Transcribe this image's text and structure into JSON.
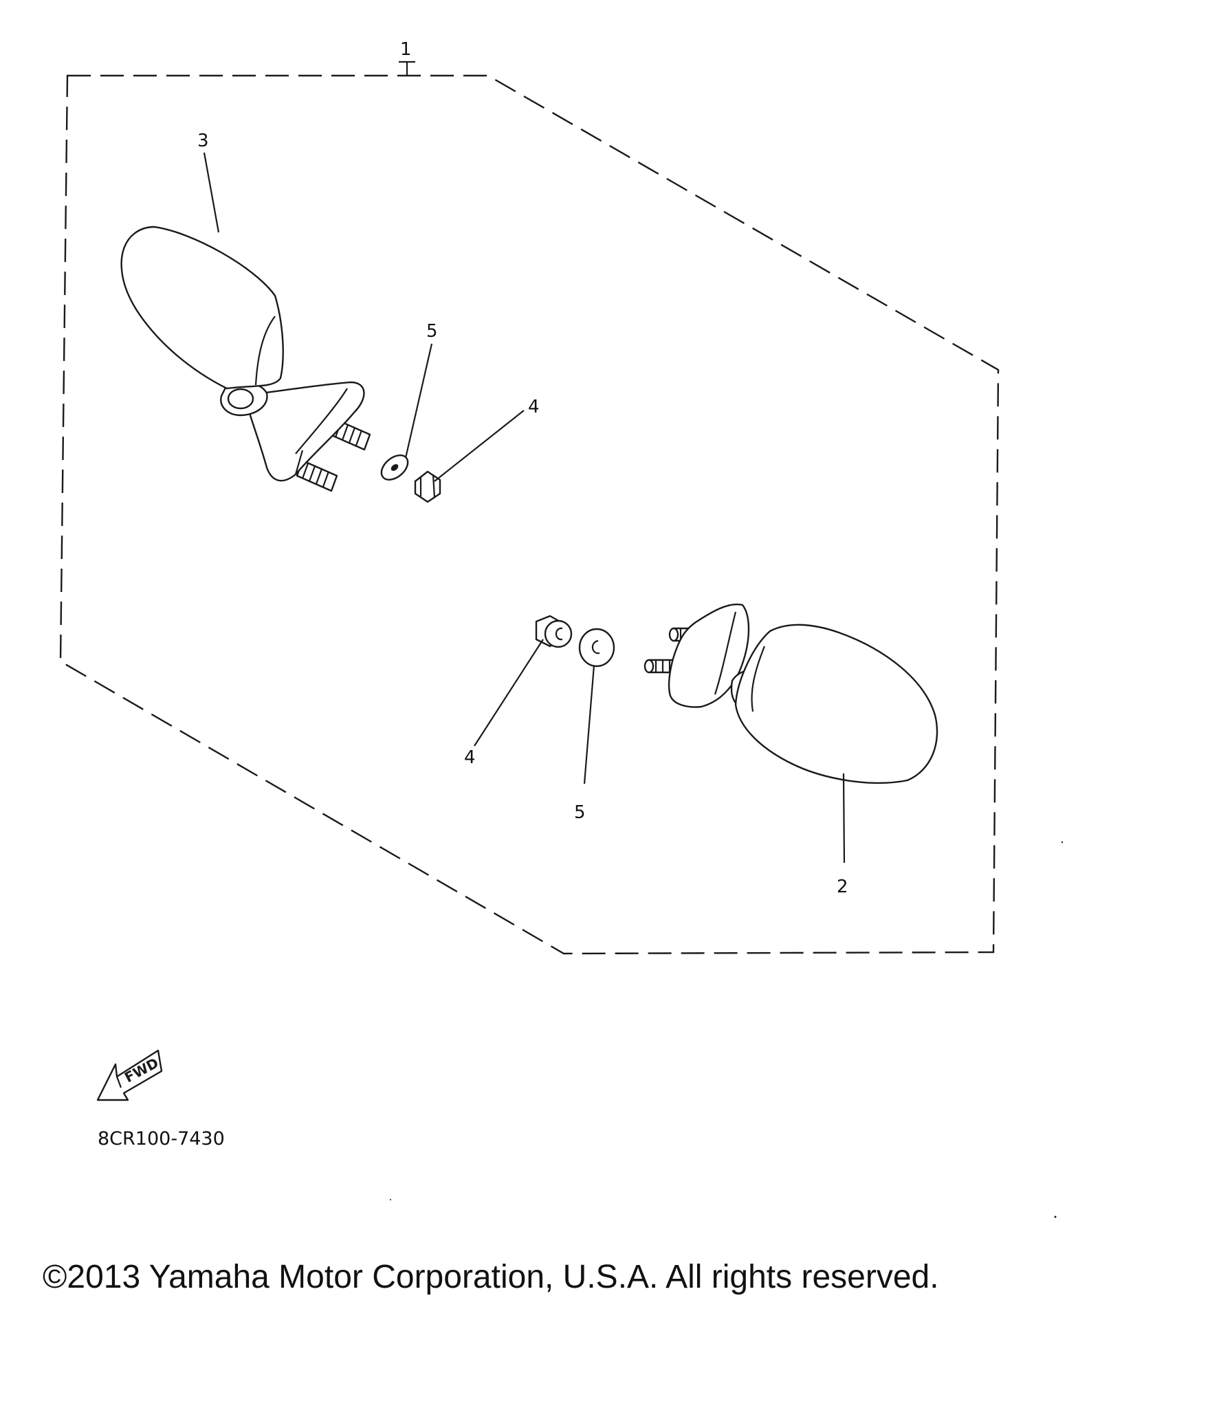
{
  "callouts": {
    "kit": "1",
    "mirror_right": "2",
    "mirror_left": "3",
    "nut_upper": "4",
    "washer_upper": "5",
    "nut_lower": "4",
    "washer_lower": "5"
  },
  "fwd_label": "FWD",
  "reference_code": "8CR100-7430",
  "copyright": "©2013 Yamaha Motor Corporation, U.S.A. All rights reserved.",
  "colors": {
    "ink": "#1a1a1a",
    "background": "#ffffff"
  }
}
